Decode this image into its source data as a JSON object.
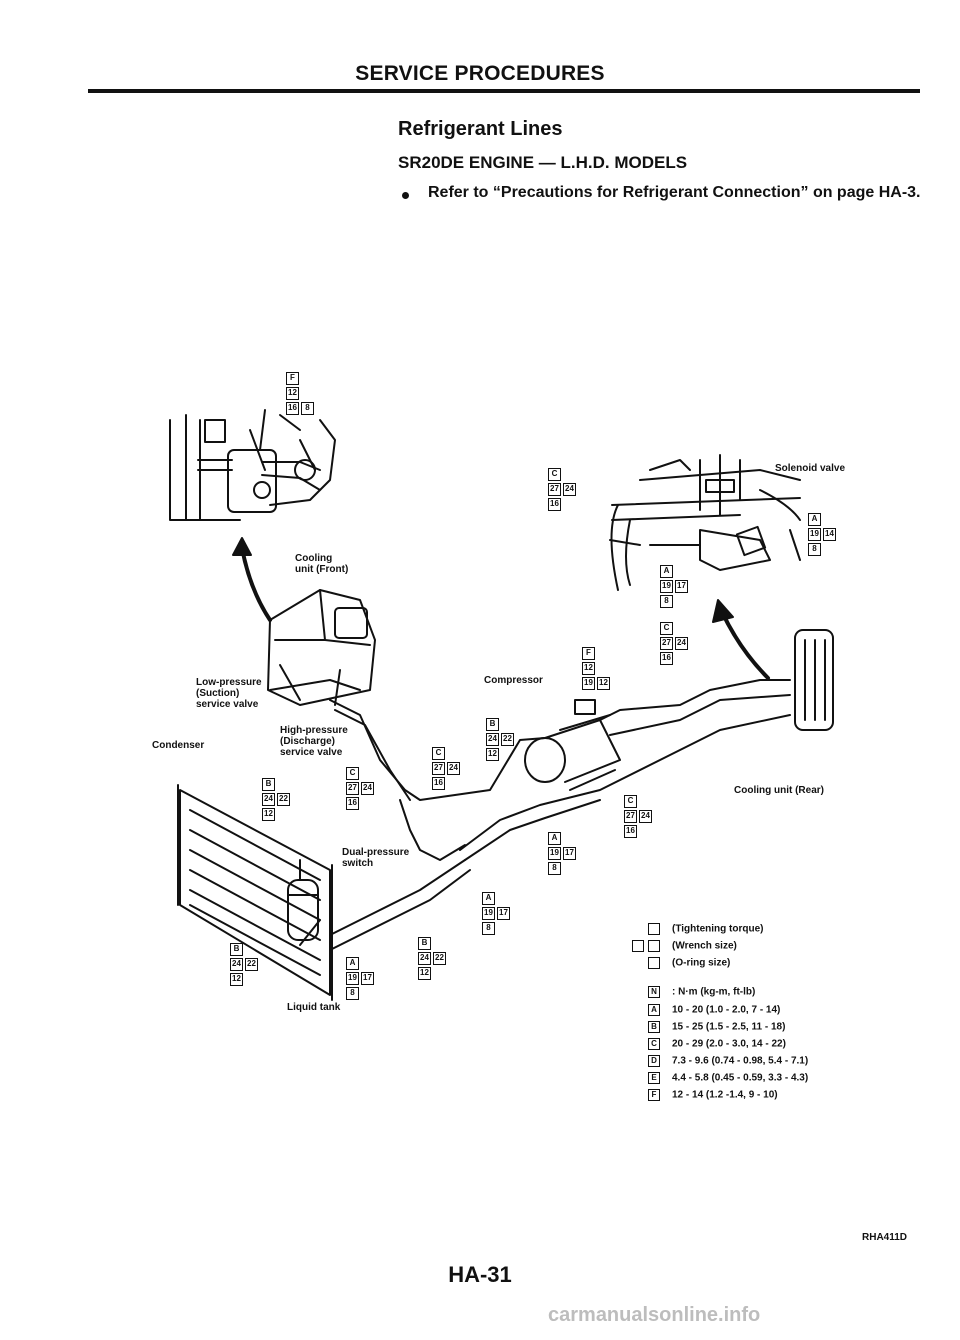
{
  "header": {
    "title": "SERVICE PROCEDURES"
  },
  "section": {
    "title": "Refrigerant Lines",
    "subtitle": "SR20DE ENGINE — L.H.D. MODELS",
    "bullet": "Refer to “Precautions for Refrigerant Connection” on page HA-3."
  },
  "diagram": {
    "labels": {
      "cooling_unit_front": "Cooling\nunit (Front)",
      "solenoid_valve": "Solenoid valve",
      "low_pressure": "Low-pressure\n(Suction)\nservice valve",
      "high_pressure": "High-pressure\n(Discharge)\nservice valve",
      "condenser": "Condenser",
      "compressor": "Compressor",
      "cooling_unit_rear": "Cooling unit (Rear)",
      "dual_pressure": "Dual-pressure\nswitch",
      "liquid_tank": "Liquid tank"
    },
    "callouts": [
      {
        "id": "top-left",
        "rows": [
          [
            "F"
          ],
          [
            "12"
          ],
          [
            "16",
            "8"
          ]
        ]
      },
      {
        "id": "top-mid",
        "rows": [
          [
            "C"
          ],
          [
            "27",
            "24"
          ],
          [
            "16"
          ]
        ]
      },
      {
        "id": "solenoid",
        "rows": [
          [
            "A"
          ],
          [
            "19",
            "14"
          ],
          [
            "8"
          ]
        ]
      },
      {
        "id": "mid-a",
        "rows": [
          [
            "A"
          ],
          [
            "19",
            "17"
          ],
          [
            "8"
          ]
        ]
      },
      {
        "id": "mid-c",
        "rows": [
          [
            "C"
          ],
          [
            "27",
            "24"
          ],
          [
            "16"
          ]
        ]
      },
      {
        "id": "compressor-f",
        "rows": [
          [
            "F"
          ],
          [
            "12"
          ],
          [
            "19",
            "12"
          ]
        ]
      },
      {
        "id": "comp-b",
        "rows": [
          [
            "B"
          ],
          [
            "24",
            "22"
          ],
          [
            "12"
          ]
        ]
      },
      {
        "id": "hp-c",
        "rows": [
          [
            "C"
          ],
          [
            "27",
            "24"
          ],
          [
            "16"
          ]
        ]
      },
      {
        "id": "left-c",
        "rows": [
          [
            "C"
          ],
          [
            "27",
            "24"
          ],
          [
            "16"
          ]
        ]
      },
      {
        "id": "left-b",
        "rows": [
          [
            "B"
          ],
          [
            "24",
            "22"
          ],
          [
            "12"
          ]
        ]
      },
      {
        "id": "right-c",
        "rows": [
          [
            "C"
          ],
          [
            "27",
            "24"
          ],
          [
            "16"
          ]
        ]
      },
      {
        "id": "right-a",
        "rows": [
          [
            "A"
          ],
          [
            "19",
            "17"
          ],
          [
            "8"
          ]
        ]
      },
      {
        "id": "low-a",
        "rows": [
          [
            "A"
          ],
          [
            "19",
            "17"
          ],
          [
            "8"
          ]
        ]
      },
      {
        "id": "bottom-b",
        "rows": [
          [
            "B"
          ],
          [
            "24",
            "22"
          ],
          [
            "12"
          ]
        ]
      },
      {
        "id": "bottom-a",
        "rows": [
          [
            "A"
          ],
          [
            "19",
            "17"
          ],
          [
            "8"
          ]
        ]
      },
      {
        "id": "far-left-b",
        "rows": [
          [
            "B"
          ],
          [
            "24",
            "22"
          ],
          [
            "12"
          ]
        ]
      }
    ]
  },
  "legend": {
    "keys": [
      {
        "boxes": [
          ""
        ],
        "text": "(Tightening torque)"
      },
      {
        "boxes": [
          "",
          ""
        ],
        "text": "(Wrench size)"
      },
      {
        "boxes": [
          ""
        ],
        "text": "(O-ring size)"
      }
    ],
    "units": {
      "box": "N",
      "text": ": N·m (kg-m, ft-lb)"
    },
    "torques": [
      {
        "code": "A",
        "text": "10 - 20 (1.0 - 2.0, 7 - 14)"
      },
      {
        "code": "B",
        "text": "15 - 25 (1.5 - 2.5, 11 - 18)"
      },
      {
        "code": "C",
        "text": "20 - 29 (2.0 - 3.0, 14 - 22)"
      },
      {
        "code": "D",
        "text": "7.3 - 9.6 (0.74 - 0.98, 5.4 - 7.1)"
      },
      {
        "code": "E",
        "text": "4.4 - 5.8 (0.45 - 0.59, 3.3 - 4.3)"
      },
      {
        "code": "F",
        "text": "12 - 14 (1.2 -1.4, 9 - 10)"
      }
    ]
  },
  "footer": {
    "ref_code": "RHA411D",
    "page_number": "HA-31",
    "watermark": "carmanualsonline.info"
  }
}
